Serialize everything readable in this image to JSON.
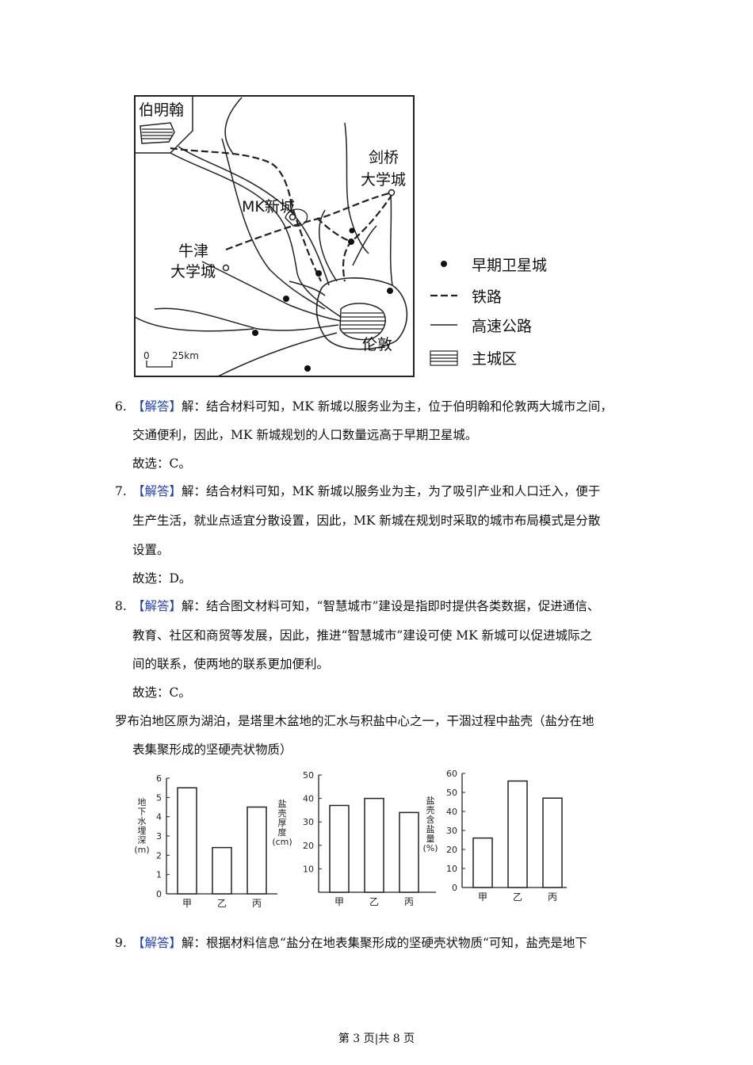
{
  "map": {
    "labels": {
      "boming": "伯明翰",
      "jianqiao_1": "剑桥",
      "jianqiao_2": "大学城",
      "mk": "MK新城",
      "niujin_1": "牛津",
      "niujin_2": "大学城",
      "lundun": "伦敦",
      "scale_0": "0",
      "scale_25": "25km"
    },
    "legend": [
      {
        "label": "早期卫星城"
      },
      {
        "label": "铁路"
      },
      {
        "label": "高速公路"
      },
      {
        "label": "主城区"
      }
    ]
  },
  "answers": [
    {
      "number": "6.",
      "tag": "【解答】",
      "lines": [
        "解：结合材料可知，MK 新城以服务业为主，位于伯明翰和伦敦两大城市之间，",
        "交通便利，因此，MK 新城规划的人口数量远高于早期卫星城。"
      ],
      "choice": "故选：C。"
    },
    {
      "number": "7.",
      "tag": "【解答】",
      "lines": [
        "解：结合材料可知，MK 新城以服务业为主，为了吸引产业和人口迁入，便于",
        "生产生活，就业点适宜分散设置，因此，MK 新城在规划时采取的城市布局模式是分散",
        "设置。"
      ],
      "choice": "故选：D。"
    },
    {
      "number": "8.",
      "tag": "【解答】",
      "lines": [
        "解：结合图文材料可知，“智慧城市”建设是指即时提供各类数据，促进通信、",
        "教育、社区和商贸等发展，因此，推进“智慧城市”建设可使 MK 新城可以促进城际之",
        "间的联系，使两地的联系更加便利。"
      ],
      "choice": "故选：C。"
    }
  ],
  "intro": {
    "lines": [
      "罗布泊地区原为湖泊，是塔里木盆地的汇水与积盐中心之一，干涸过程中盐壳（盐分在地",
      "表集聚形成的坚硬壳状物质）"
    ]
  },
  "chart_data": [
    {
      "type": "bar",
      "categories": [
        "甲",
        "乙",
        "丙"
      ],
      "values": [
        5.5,
        2.4,
        4.5
      ],
      "ylabel": "地下水埋深(m)",
      "ylim": [
        0,
        6
      ],
      "yticks": [
        "0",
        "1",
        "2",
        "3",
        "4",
        "5",
        "6"
      ]
    },
    {
      "type": "bar",
      "categories": [
        "甲",
        "乙",
        "丙"
      ],
      "values": [
        37,
        40,
        34
      ],
      "ylabel": "盐壳厚度(cm)",
      "ylim": [
        0,
        50
      ],
      "yticks": [
        "10",
        "20",
        "30",
        "40",
        "50"
      ]
    },
    {
      "type": "bar",
      "categories": [
        "甲",
        "乙",
        "丙"
      ],
      "values": [
        26,
        56,
        47
      ],
      "ylabel": "盐壳含盐量(%)",
      "ylim": [
        0,
        60
      ],
      "yticks": [
        "0",
        "10",
        "20",
        "30",
        "40",
        "50",
        "60"
      ]
    }
  ],
  "answer9": {
    "number": "9.",
    "tag": "【解答】",
    "line": "解：根据材料信息“盐分在地表集聚形成的坚硬壳状物质“可知，盐壳是地下"
  },
  "footer": "第 3 页|共 8 页"
}
